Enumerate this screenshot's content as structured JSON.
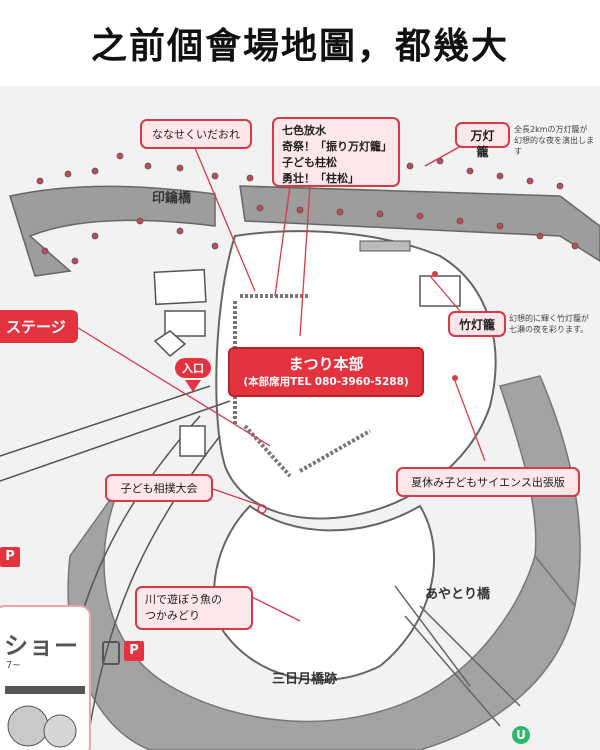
{
  "title": "之前個會場地圖，都幾大",
  "map": {
    "bridges": {
      "inwa": "印鑰橋",
      "ayatori": "あやとり橋",
      "mikazuki": "三日月橋跡"
    },
    "callouts": {
      "nanase": "ななせくいだおれ",
      "shichishoku": [
        "七色放水",
        "奇祭！「振り万灯籠」",
        "子ども柱松",
        "勇壮！「柱松」"
      ],
      "mantoro": "万灯籠",
      "mantoro_note": [
        "全長2kmの万灯籠が",
        "幻想的な夜を演出します"
      ],
      "taketoro": "竹灯籠",
      "taketoro_note": [
        "幻想的に輝く竹灯籠が",
        "七瀬の夜を彩ります。"
      ],
      "sumo": "子ども相撲大会",
      "science": "夏休み子どもサイエンス出張版",
      "fish": [
        "川で遊ぼう魚の",
        "つかみどり"
      ]
    },
    "headquarters": {
      "title": "まつり本部",
      "tel": "(本部席用TEL 080-3960-5288)"
    },
    "stage_label": "ステージ",
    "entrance_label": "入口",
    "parking_label": "P",
    "show_title": "ショー",
    "show_sub": "7~",
    "logo": "U"
  },
  "colors": {
    "river": "#a3a3a3",
    "accent_red": "#e5323f",
    "callout_fill": "#fde7e9",
    "callout_border": "#d83a47"
  }
}
